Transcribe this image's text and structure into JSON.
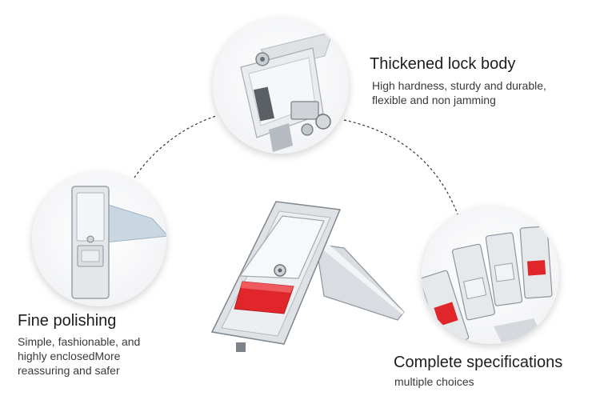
{
  "features": [
    {
      "id": "top",
      "title": "Thickened lock body",
      "description_lines": [
        "High hardness, sturdy and durable,",
        "flexible and non jamming"
      ],
      "icon": "lock-body-closeup-image"
    },
    {
      "id": "left",
      "title": "Fine polishing",
      "description_lines": [
        "Simple, fashionable, and",
        "highly enclosedMore",
        "reassuring and safer"
      ],
      "icon": "polished-latch-image"
    },
    {
      "id": "right",
      "title": "Complete specifications",
      "description_lines": [
        "multiple choices"
      ],
      "icon": "latch-variants-image"
    }
  ],
  "colors": {
    "red_button": "#e0262b",
    "chrome_light": "#eef0f2",
    "chrome_dark": "#9aa1a8",
    "dashed_line": "#333333"
  }
}
